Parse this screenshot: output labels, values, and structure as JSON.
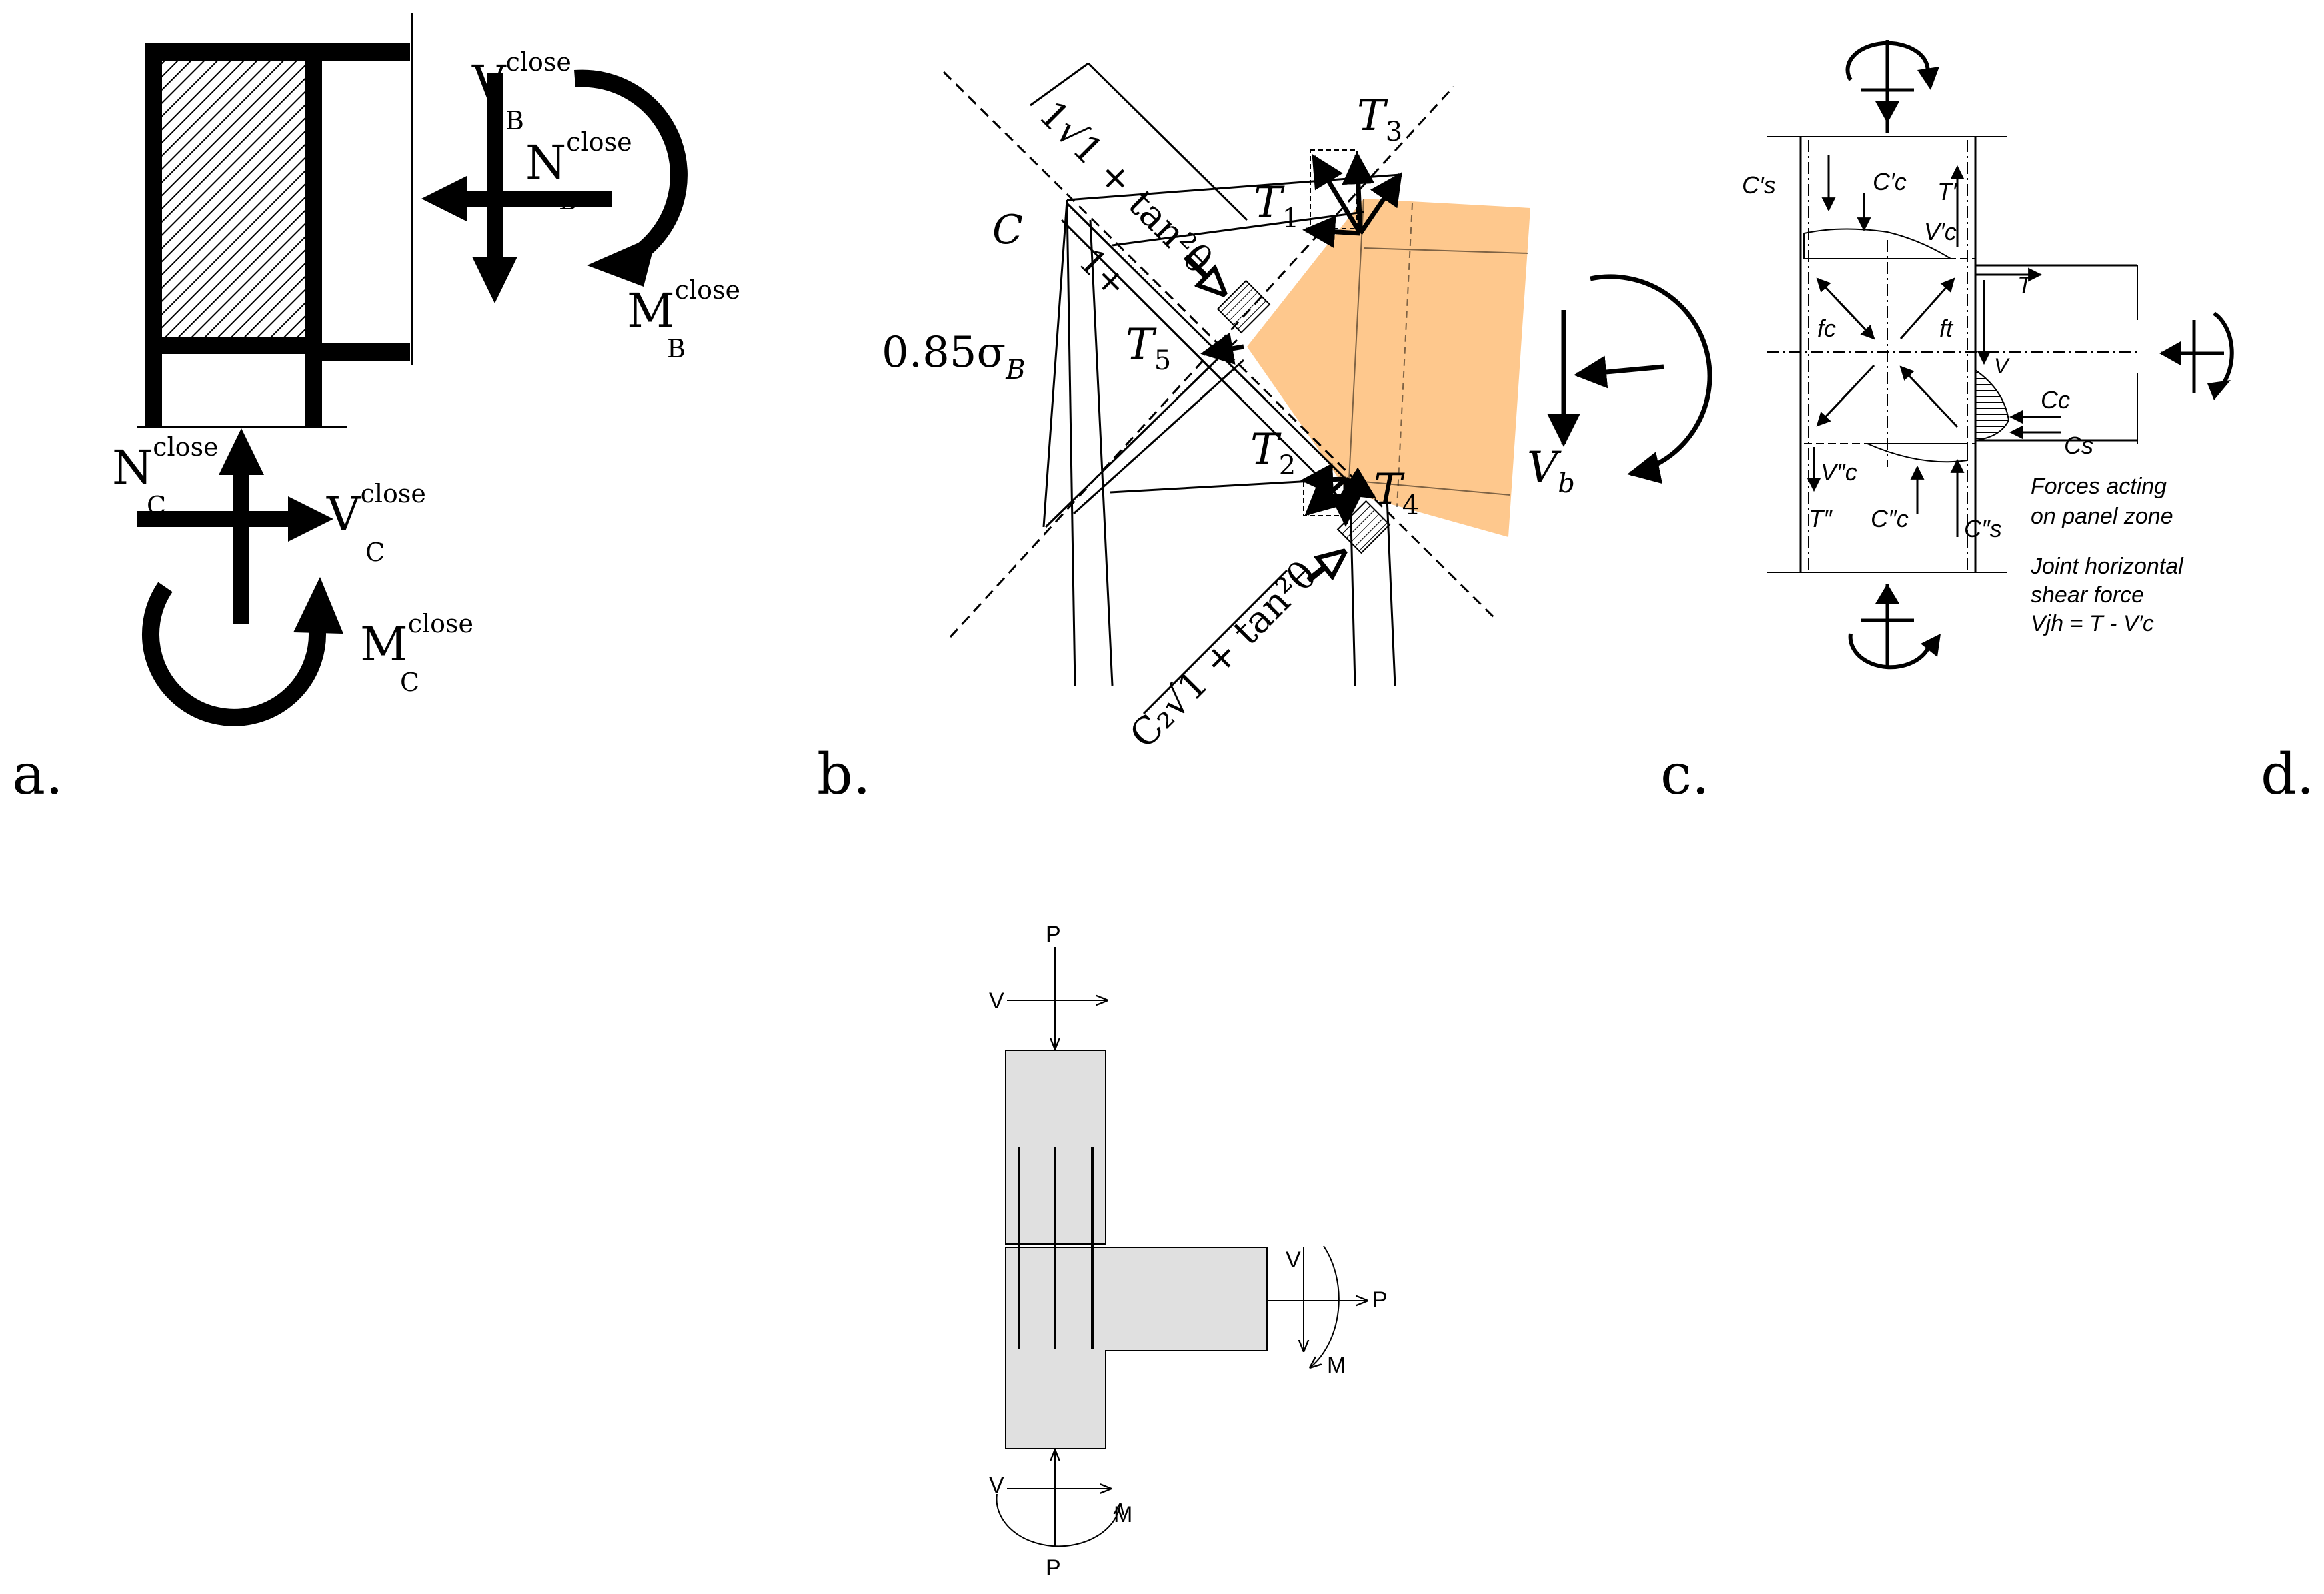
{
  "panel_labels": {
    "a": "a.",
    "b": "b.",
    "c": "c.",
    "d": "d."
  },
  "panel_a": {
    "v_b": "V",
    "v_b_sub": "B",
    "v_b_sup": "close",
    "n_b": "N",
    "n_b_sub": "B",
    "n_b_sup": "close",
    "m_b": "M",
    "m_b_sub": "B",
    "m_b_sup": "close",
    "n_c": "N",
    "n_c_sub": "C",
    "n_c_sup": "close",
    "v_c": "V",
    "v_c_sub": "C",
    "v_c_sup": "close",
    "m_c": "M",
    "m_c_sub": "C",
    "m_c_sup": "close"
  },
  "panel_b": {
    "strut_upper": "1√1 + tan²θ",
    "c_label": "C",
    "one_plus": "1+",
    "stress": "0.85σ",
    "stress_sub": "B",
    "t1": "T",
    "t1_sub": "1",
    "t2": "T",
    "t2_sub": "2",
    "t3": "T",
    "t3_sub": "3",
    "t4": "T",
    "t4_sub": "4",
    "t5": "T",
    "t5_sub": "5",
    "vb": "V",
    "vb_sub": "b",
    "strut_lower": "C₂√1 + tan²θ",
    "beam_fill": "#fec88d"
  },
  "panel_c": {
    "cs_top": "C′s",
    "cc_top": "C′c",
    "t_prime": "T′",
    "vc_top": "V′c",
    "t_label": "T",
    "fc": "fc",
    "ft": "ft",
    "v": "V",
    "cc_right": "Cc",
    "cs_right": "Cs",
    "vc_bot": "V″c",
    "t_dprime": "T″",
    "cc_bot": "C″c",
    "cs_bot": "C″s",
    "caption1": "Forces acting",
    "caption2": "on panel zone",
    "caption3": "Joint horizontal",
    "caption4": "shear force",
    "caption5": "Vjh = T - V′c"
  },
  "panel_d": {
    "p_top": "P",
    "v_top": "V",
    "v_right": "V",
    "p_right": "P",
    "m_right": "M",
    "v_bottom": "V",
    "m_bottom": "M",
    "p_bottom": "P",
    "joint_fill": "#e0e0e0"
  }
}
